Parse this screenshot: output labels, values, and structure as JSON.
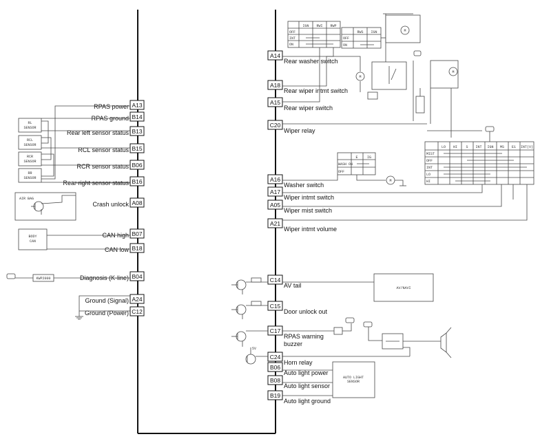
{
  "left_pins": [
    {
      "pin": "A13",
      "label": "RPAS power"
    },
    {
      "pin": "B14",
      "label": "RPAS ground"
    },
    {
      "pin": "B13",
      "label": "Rear left sensor status"
    },
    {
      "pin": "B15",
      "label": "RCL sensor status"
    },
    {
      "pin": "B06",
      "label": "RCR sensor status"
    },
    {
      "pin": "B16",
      "label": "Rear right sensor status"
    },
    {
      "pin": "A08",
      "label": "Crash unlock"
    },
    {
      "pin": "B07",
      "label": "CAN high"
    },
    {
      "pin": "B18",
      "label": "CAN low"
    },
    {
      "pin": "B04",
      "label": "Diagnosis (K-line)"
    },
    {
      "pin": "A24",
      "label": "Ground (Signal)"
    },
    {
      "pin": "C12",
      "label": "Ground (Power)"
    }
  ],
  "right_pins": [
    {
      "pin": "A14",
      "label": "Rear washer switch"
    },
    {
      "pin": "A18",
      "label": "Rear wiper intmt switch"
    },
    {
      "pin": "A15",
      "label": "Rear wiper switch"
    },
    {
      "pin": "C20",
      "label": "Wiper relay"
    },
    {
      "pin": "A16",
      "label": "Washer switch"
    },
    {
      "pin": "A17",
      "label": "Wiper intmt switch"
    },
    {
      "pin": "A05",
      "label": "Wiper mist switch"
    },
    {
      "pin": "A21",
      "label": "Wiper intmt volume"
    },
    {
      "pin": "C14",
      "label": "AV tail"
    },
    {
      "pin": "C15",
      "label": "Door unlock out"
    },
    {
      "pin": "C17",
      "label": "RPAS warning",
      "label2": "buzzer"
    },
    {
      "pin": "C24",
      "label": "Horn relay"
    },
    {
      "pin": "B06",
      "label": "Auto light power"
    },
    {
      "pin": "B08",
      "label": "Auto light sensor"
    },
    {
      "pin": "B19",
      "label": "Auto light ground"
    }
  ],
  "components": {
    "rl_sensor": [
      "RL",
      "SENSOR"
    ],
    "rcl_sensor": [
      "RCL",
      "SENSOR"
    ],
    "rcr_sensor": [
      "RCR",
      "SENSOR"
    ],
    "rr_sensor": [
      "RR",
      "SENSOR"
    ],
    "airbag": "AIR BAG",
    "body_can": [
      "BODY",
      "CAN"
    ],
    "kwp": "KWP2000",
    "av_navi": "AV/NAVI",
    "auto_light": [
      "AUTO LIGHT",
      "SENSOR"
    ],
    "voltage": "5V"
  },
  "rear_switch_table": {
    "headers": [
      "",
      "IGN",
      "RWI",
      "RWP"
    ],
    "rows": [
      "OFF",
      "INT",
      "ON"
    ]
  },
  "rear_washer_table": {
    "headers": [
      "",
      "RWS",
      "IGN"
    ],
    "rows": [
      "OFF",
      "ON"
    ]
  },
  "washer_table": {
    "headers": [
      "",
      "E",
      "IG"
    ],
    "rows": [
      "WASH ON",
      "OFF"
    ]
  },
  "wiper_table": {
    "headers": [
      "",
      "LO",
      "HI",
      "S",
      "INT",
      "IGN",
      "MS",
      "E1",
      "INT(V)"
    ],
    "rows": [
      "MIST",
      "OFF",
      "INT",
      "LO",
      "HI"
    ]
  }
}
